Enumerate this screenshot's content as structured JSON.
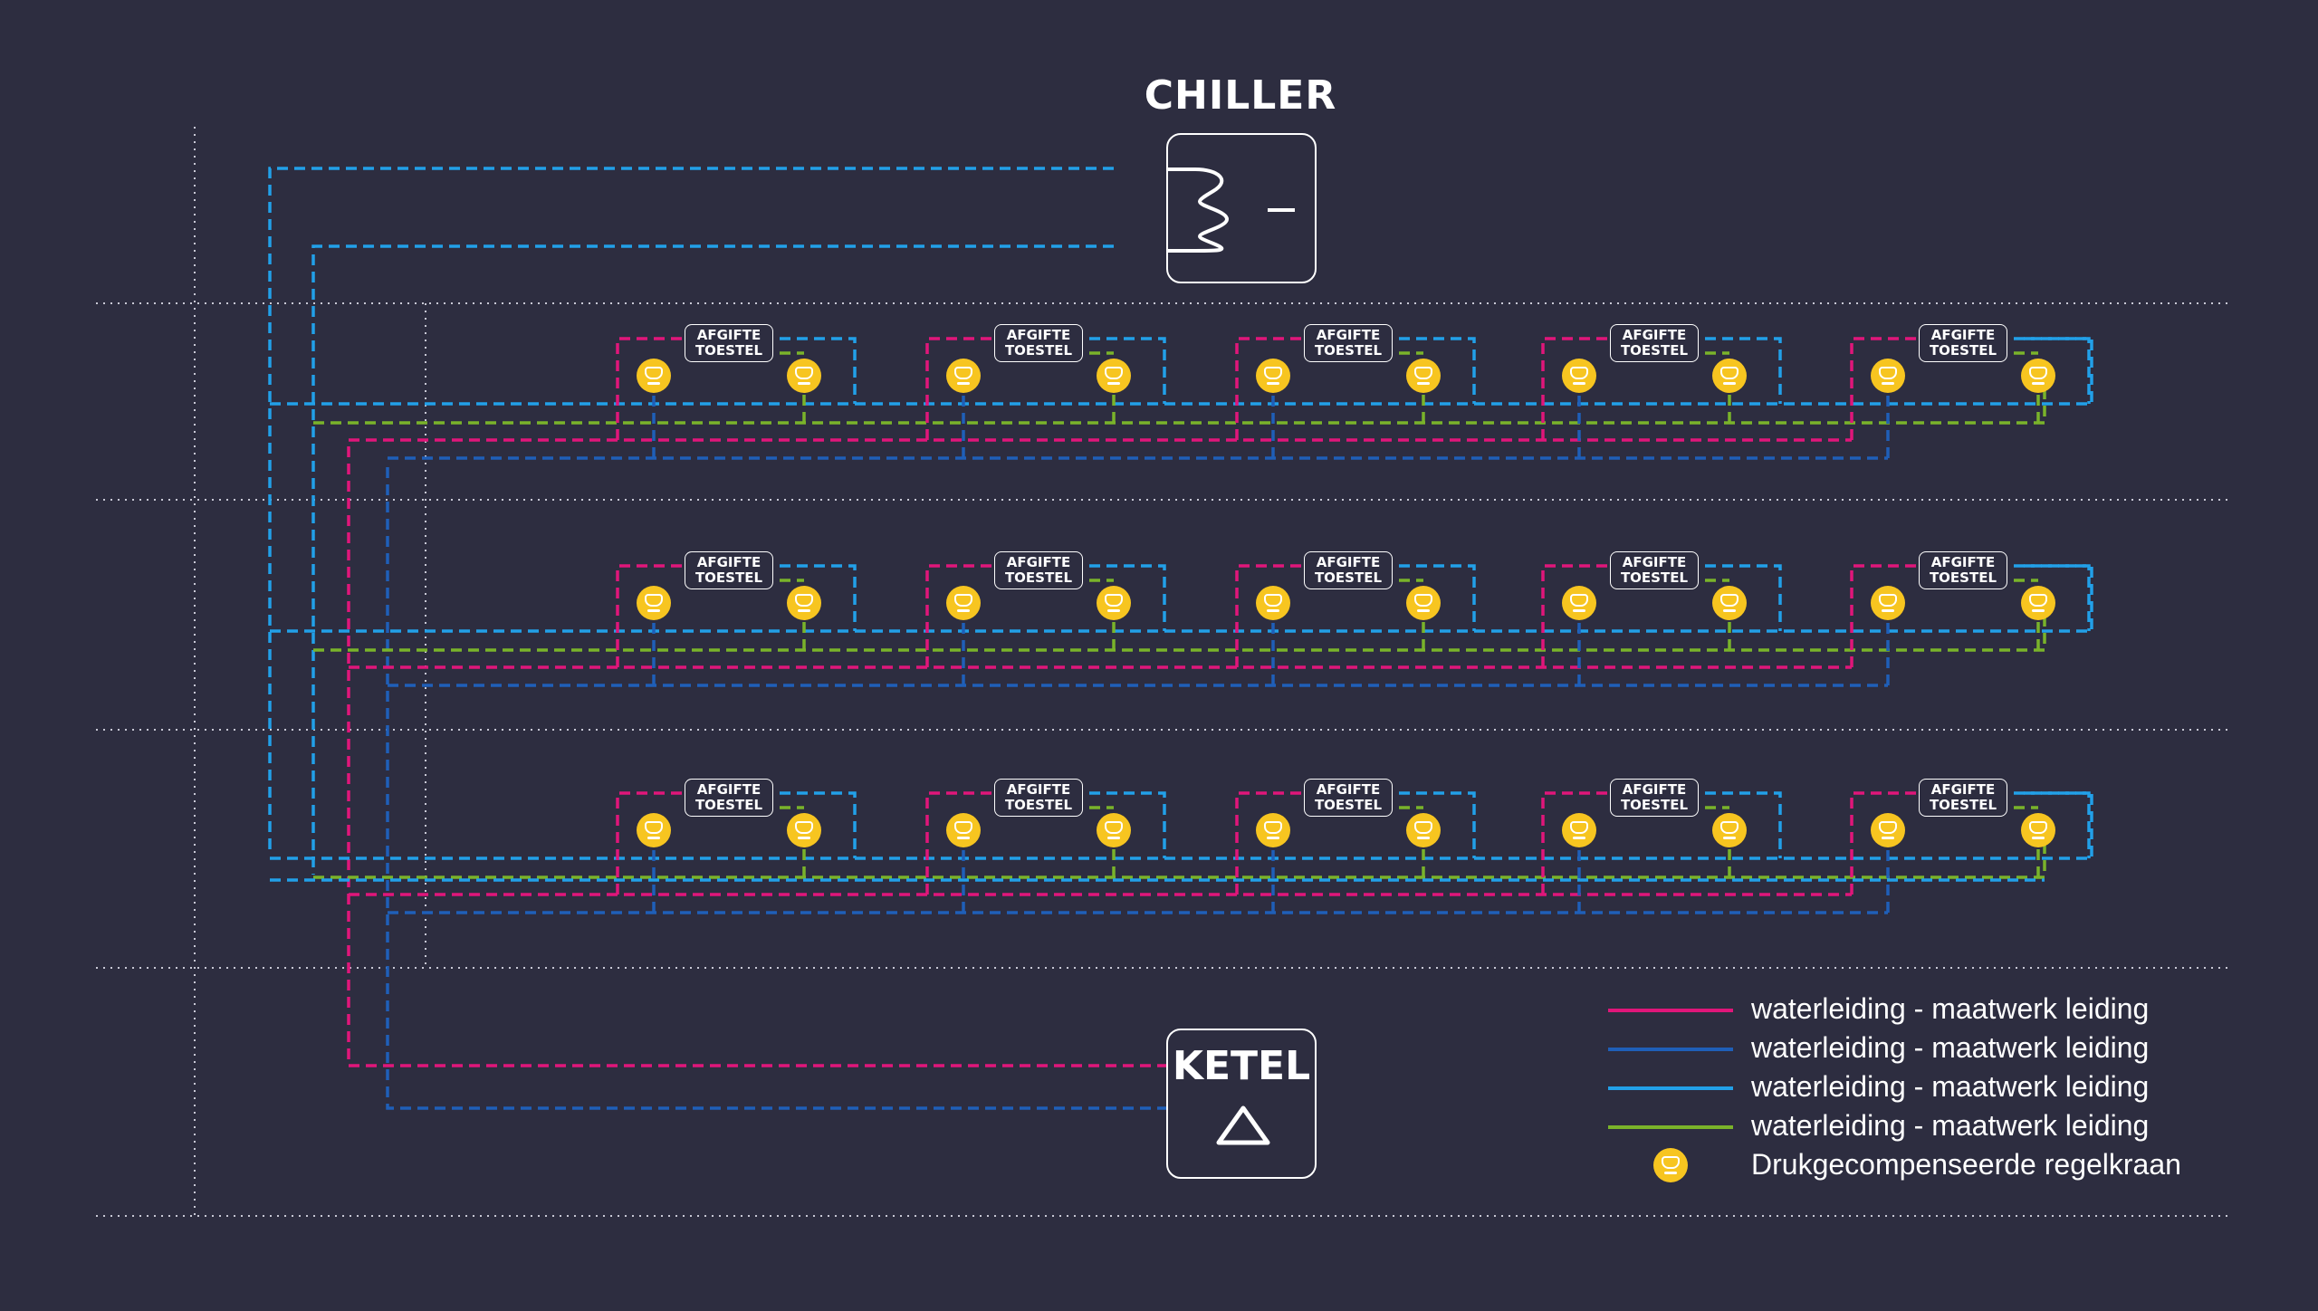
{
  "colors": {
    "background": "#2d2d40",
    "pink": "#e0167a",
    "dark_blue": "#1f5fb8",
    "light_blue": "#22a0e8",
    "green": "#7ab32a",
    "valve_yellow": "#f7c520",
    "white": "#ffffff"
  },
  "chiller": {
    "label": "CHILLER",
    "icon": "coil-minus-icon"
  },
  "ketel": {
    "label": "KETEL",
    "icon": "triangle-icon"
  },
  "unit_label_line1": "AFGIFTE",
  "unit_label_line2": "TOESTEL",
  "floors": 3,
  "units_per_floor": 5,
  "legend": [
    {
      "color": "#e0167a",
      "label": "waterleiding - maatwerk leiding"
    },
    {
      "color": "#1f5fb8",
      "label": "waterleiding - maatwerk leiding"
    },
    {
      "color": "#22a0e8",
      "label": "waterleiding - maatwerk leiding"
    },
    {
      "color": "#7ab32a",
      "label": "waterleiding - maatwerk leiding"
    },
    {
      "icon": "valve-icon",
      "label": "Drukgecompenseerde regelkraan"
    }
  ]
}
